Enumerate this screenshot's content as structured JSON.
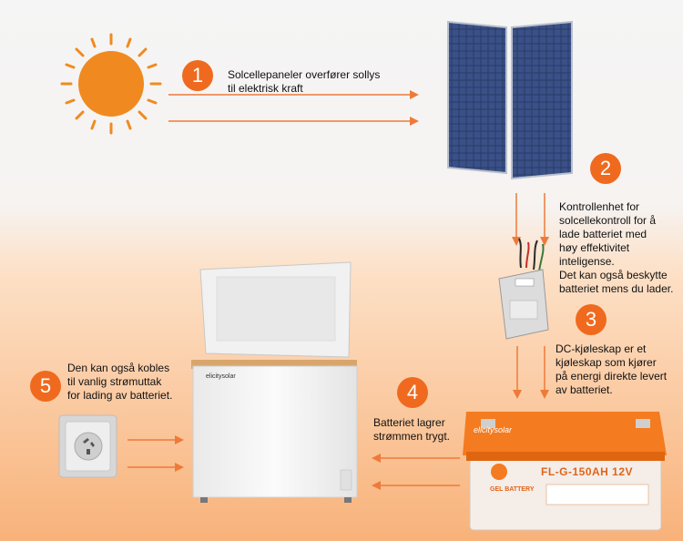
{
  "steps": [
    {
      "number": "1",
      "text": [
        "Solcellepaneler overfører sollys",
        "til elektrisk kraft"
      ]
    },
    {
      "number": "2",
      "text": [
        "Kontrollenhet for",
        "solcellekontroll for å",
        "lade batteriet med",
        "høy effektivitet",
        "inteligense.",
        "Det kan også beskytte",
        "batteriet mens du lader."
      ]
    },
    {
      "number": "3",
      "text": [
        "DC-kjøleskap er et",
        "kjøleskap som kjører",
        "på energi direkte levert",
        "av batteriet."
      ]
    },
    {
      "number": "4",
      "text": [
        "Batteriet lagrer",
        "strømmen trygt."
      ]
    },
    {
      "number": "5",
      "text": [
        "Den kan også kobles",
        "til vanlig strømuttak",
        "for lading av batteriet."
      ]
    }
  ],
  "battery": {
    "model": "FL-G-150AH 12V",
    "brand": "elicitysolar",
    "type": "GEL BATTERY"
  },
  "freezer": {
    "brand": "elicitysolar"
  },
  "colors": {
    "accent": "#ef6a1e",
    "arrow": "#ee7a3a",
    "sun": "#f08a20"
  }
}
